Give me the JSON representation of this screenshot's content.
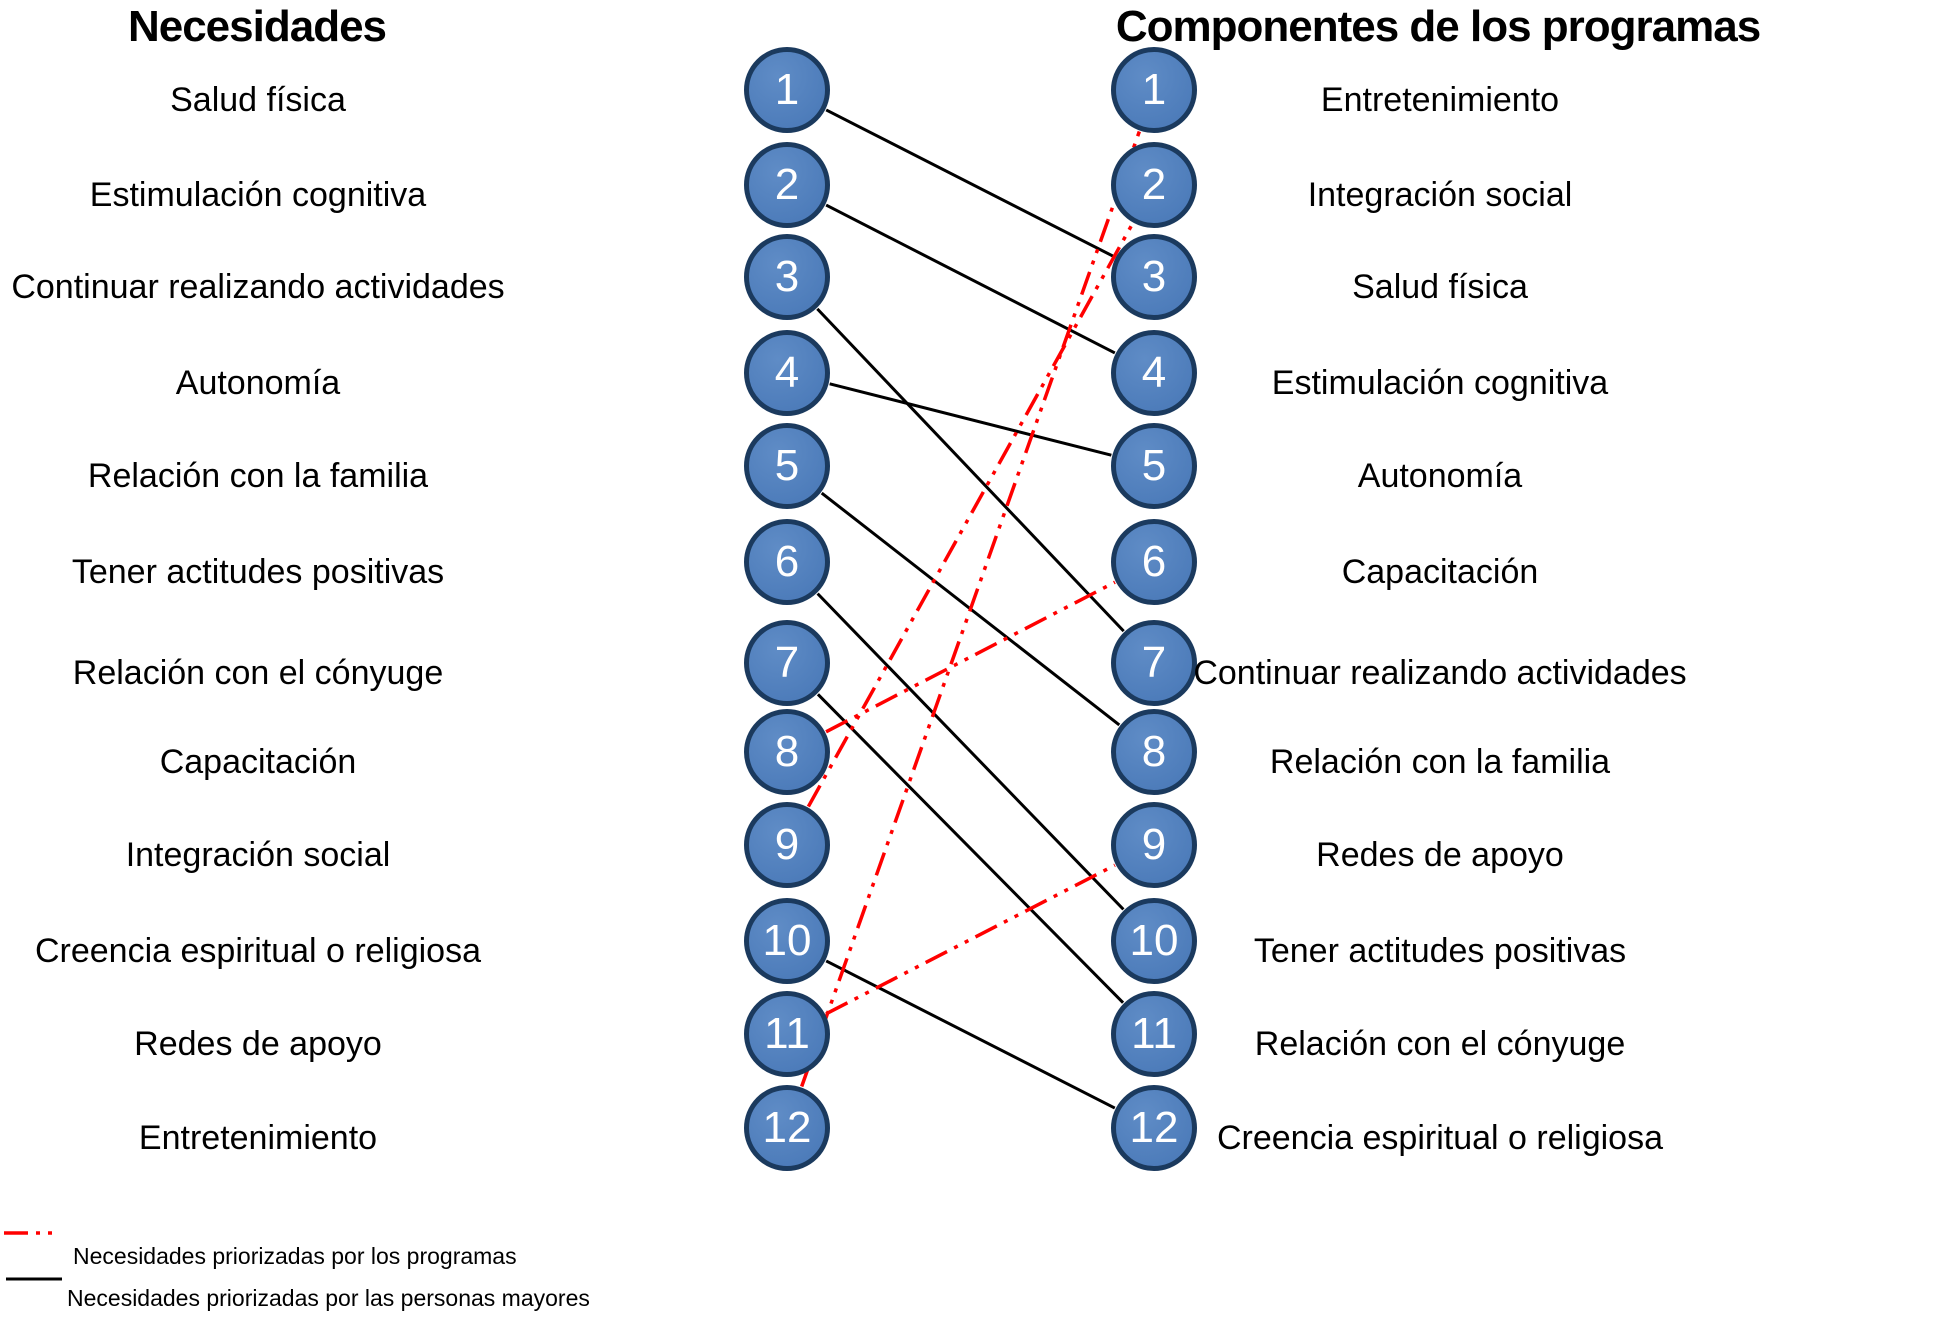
{
  "headers": {
    "left": "Necesidades",
    "right": "Componentes de los programas"
  },
  "needs": [
    {
      "n": "1",
      "label": "Salud física"
    },
    {
      "n": "2",
      "label": "Estimulación cognitiva"
    },
    {
      "n": "3",
      "label": "Continuar realizando actividades"
    },
    {
      "n": "4",
      "label": "Autonomía"
    },
    {
      "n": "5",
      "label": "Relación con la familia"
    },
    {
      "n": "6",
      "label": "Tener actitudes positivas"
    },
    {
      "n": "7",
      "label": "Relación con el cónyuge"
    },
    {
      "n": "8",
      "label": "Capacitación"
    },
    {
      "n": "9",
      "label": "Integración social"
    },
    {
      "n": "10",
      "label": "Creencia espiritual o religiosa"
    },
    {
      "n": "11",
      "label": "Redes de apoyo"
    },
    {
      "n": "12",
      "label": "Entretenimiento"
    }
  ],
  "components": [
    {
      "n": "1",
      "label": "Entretenimiento"
    },
    {
      "n": "2",
      "label": "Integración social"
    },
    {
      "n": "3",
      "label": "Salud física"
    },
    {
      "n": "4",
      "label": "Estimulación cognitiva"
    },
    {
      "n": "5",
      "label": "Autonomía"
    },
    {
      "n": "6",
      "label": "Capacitación"
    },
    {
      "n": "7",
      "label": "Continuar realizando actividades"
    },
    {
      "n": "8",
      "label": "Relación con la familia"
    },
    {
      "n": "9",
      "label": "Redes de apoyo"
    },
    {
      "n": "10",
      "label": "Tener actitudes positivas"
    },
    {
      "n": "11",
      "label": "Relación con el cónyuge"
    },
    {
      "n": "12",
      "label": "Creencia espiritual o religiosa"
    }
  ],
  "connections": [
    {
      "from": 1,
      "to": 3,
      "type": "elderly"
    },
    {
      "from": 2,
      "to": 4,
      "type": "elderly"
    },
    {
      "from": 3,
      "to": 7,
      "type": "elderly"
    },
    {
      "from": 4,
      "to": 5,
      "type": "elderly"
    },
    {
      "from": 5,
      "to": 8,
      "type": "elderly"
    },
    {
      "from": 6,
      "to": 10,
      "type": "elderly"
    },
    {
      "from": 7,
      "to": 11,
      "type": "elderly"
    },
    {
      "from": 8,
      "to": 6,
      "type": "program"
    },
    {
      "from": 9,
      "to": 2,
      "type": "program"
    },
    {
      "from": 10,
      "to": 12,
      "type": "elderly"
    },
    {
      "from": 11,
      "to": 9,
      "type": "program"
    },
    {
      "from": 12,
      "to": 1,
      "type": "program"
    }
  ],
  "legend": {
    "program_label": "Necesidades priorizadas por los programas",
    "elderly_label": "Necesidades priorizadas por las personas mayores"
  },
  "colors": {
    "node_fill": "#4d7cba",
    "node_fill_light": "#5f8cc6",
    "node_border": "#1b3a5e",
    "program_line": "#ff0000",
    "elderly_line": "#000000"
  }
}
